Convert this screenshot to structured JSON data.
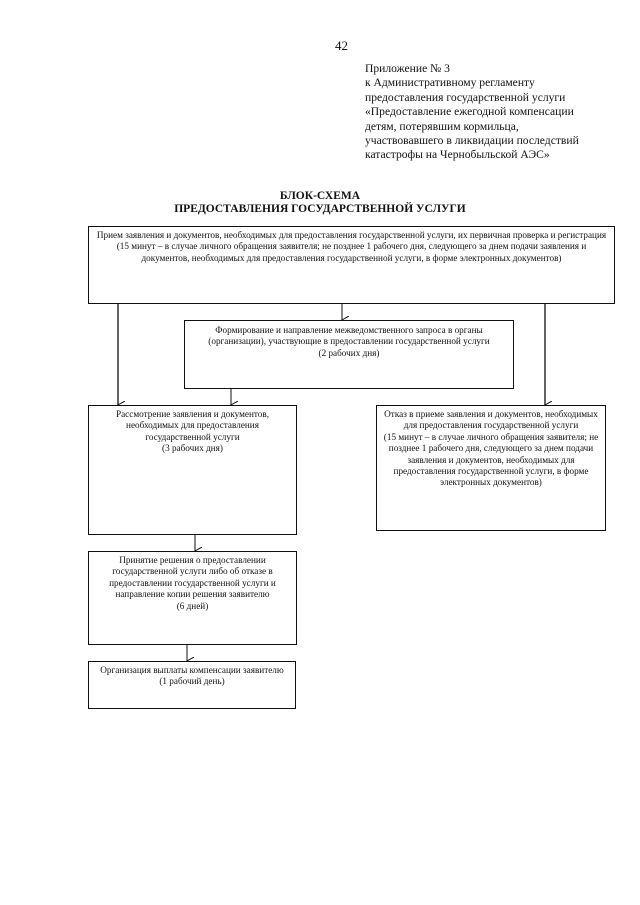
{
  "page_number": "42",
  "annex": [
    "Приложение № 3",
    "к Административному регламенту",
    "предоставления государственной услуги",
    "«Предоставление ежегодной компенсации",
    "детям, потерявшим кормильца,",
    "участвовавшего в ликвидации последствий",
    "катастрофы на Чернобыльской АЭС»"
  ],
  "title": {
    "line1": "БЛОК-СХЕМА",
    "line2": "ПРЕДОСТАВЛЕНИЯ ГОСУДАРСТВЕННОЙ УСЛУГИ"
  },
  "boxes": {
    "reception": [
      "Прием заявления и документов, необходимых для предоставления государственной услуги, их первичная проверка и регистрация",
      "(15 минут – в случае личного обращения заявителя; не позднее 1 рабочего дня, следующего за днем подачи заявления и документов, необходимых для предоставления государственной услуги, в форме электронных документов)"
    ],
    "interagency": [
      "Формирование и направление межведомственного запроса в органы (организации), участвующие в предоставлении государственной услуги",
      "(2 рабочих дня)"
    ],
    "review": [
      "Рассмотрение заявления и документов, необходимых для предоставления государственной услуги",
      "(3 рабочих дня)"
    ],
    "refusal": [
      "Отказ в приеме заявления и документов, необходимых для предоставления государственной услуги",
      "(15 минут – в случае личного обращения заявителя; не позднее 1 рабочего дня, следующего за днем подачи заявления и документов, необходимых для предоставления государственной услуги, в форме электронных документов)"
    ],
    "decision": [
      "Принятие решения о предоставлении государственной услуги либо об отказе в предоставлении государственной услуги и направление копии решения заявителю",
      "(6 дней)"
    ],
    "payment": [
      "Организация выплаты компенсации заявителю",
      "(1 рабочий день)"
    ]
  }
}
